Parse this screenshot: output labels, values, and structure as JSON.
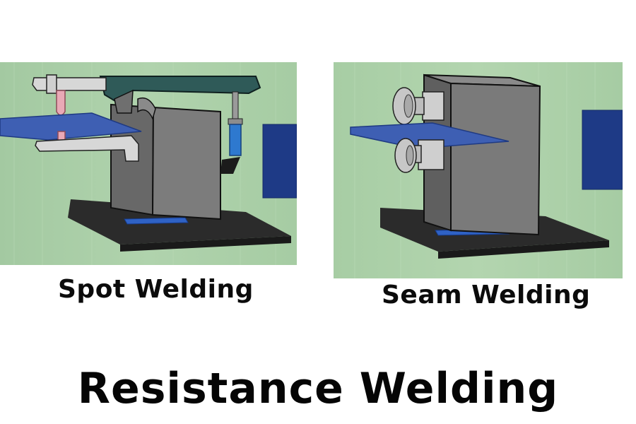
{
  "figures": [
    {
      "id": "spot",
      "caption": "Spot Welding"
    },
    {
      "id": "seam",
      "caption": "Seam Welding"
    }
  ],
  "title": "Resistance Welding",
  "colors": {
    "background_panel": "#a9cfa6",
    "machine_body": "#737373",
    "base_plate": "#2b2b2b",
    "workpiece": "#3e5fb3",
    "arm_top": "#2f5a58",
    "electrode_tip": "#e9a9b6",
    "side_block": "#1e3a86",
    "piston_blue": "#2e79cf",
    "text": "#0b0b0b"
  }
}
